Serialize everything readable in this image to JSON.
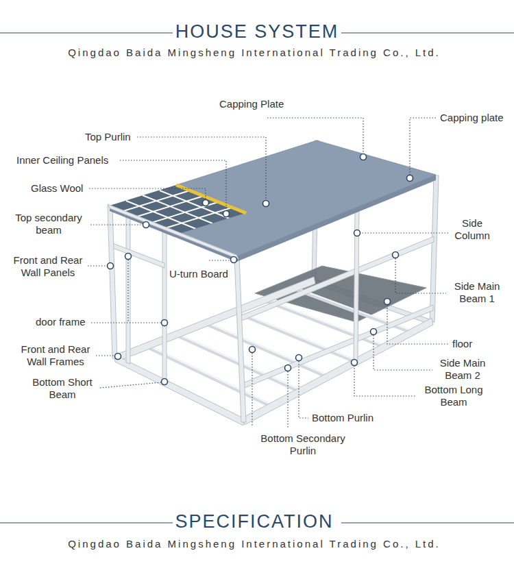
{
  "diagram": {
    "title": "HOUSE SYSTEM",
    "labels": [
      "Qingdao Baida Mingsheng International Trading Co., Ltd.",
      "Capping Plate",
      "Capping plate",
      "Top Purlin",
      "Inner Ceiling Panels",
      "Glass Wool",
      "Top secondary beam",
      "Side Column",
      "Front and Rear Wall Panels",
      "U-turn Board",
      "Side Main Beam 1",
      "door frame",
      "floor",
      "Front and Rear Wall Frames",
      "Side Main Beam 2",
      "Bottom Short Beam",
      "Bottom Long Beam",
      "Bottom Purlin",
      "Bottom Secondary Purlin",
      "SPECIFICATION",
      "Qingdao Baida Mingsheng International Trading Co., Ltd."
    ]
  }
}
